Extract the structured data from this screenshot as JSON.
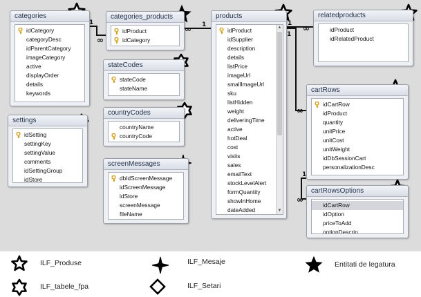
{
  "tables": {
    "categories": {
      "name": "categories",
      "fields": [
        "idCategory",
        "categoryDesc",
        "idParentCategory",
        "imageCategory",
        "active",
        "displayOrder",
        "details",
        "keywords"
      ]
    },
    "categories_products": {
      "name": "categories_products",
      "fields": [
        "idProduct",
        "idCategory"
      ]
    },
    "products": {
      "name": "products",
      "fields": [
        "idProduct",
        "idSupplier",
        "description",
        "details",
        "listPrice",
        "imageUrl",
        "smallImageUrl",
        "sku",
        "listHidden",
        "weight",
        "deliveringTime",
        "active",
        "hotDeal",
        "cost",
        "visits",
        "sales",
        "emailText",
        "stockLevelAlert",
        "formQuantity",
        "showInHome",
        "dateAdded"
      ]
    },
    "relatedproducts": {
      "name": "relatedproducts",
      "fields": [
        "idProduct",
        "idRelatedProduct"
      ]
    },
    "stateCodes": {
      "name": "stateCodes",
      "fields": [
        "stateCode",
        "stateName"
      ]
    },
    "countryCodes": {
      "name": "countryCodes",
      "fields": [
        "countryName",
        "countryCode"
      ]
    },
    "settings": {
      "name": "settings",
      "fields": [
        "idSetting",
        "settingKey",
        "settingValue",
        "comments",
        "idSettingGroup",
        "idStore"
      ]
    },
    "screenMessages": {
      "name": "screenMessages",
      "fields": [
        "dbIdScreenMessage",
        "idScreenMessage",
        "idStore",
        "screenMessage",
        "fileName"
      ]
    },
    "cartRows": {
      "name": "cartRows",
      "fields": [
        "idCartRow",
        "idProduct",
        "quantity",
        "unitPrice",
        "unitCost",
        "unitWeight",
        "idDbSessionCart",
        "personalizationDesc"
      ]
    },
    "cartRowsOptions": {
      "name": "cartRowsOptions",
      "fields": [
        "idCartRow",
        "idOption",
        "priceToAdd",
        "optionDescrip"
      ]
    }
  },
  "relations": {
    "one": "1",
    "many": "∞"
  },
  "legend": {
    "ilf_produse": "ILF_Produse",
    "ilf_mesaje": "ILF_Mesaje",
    "entitati": "Entitati de legatura",
    "ilf_tabele_fpa": "ILF_tabele_fpa",
    "ilf_setari": "ILF_Setari"
  },
  "colors": {
    "diagram_background": "#dcdcdc",
    "key_icon": "#d4a017"
  }
}
